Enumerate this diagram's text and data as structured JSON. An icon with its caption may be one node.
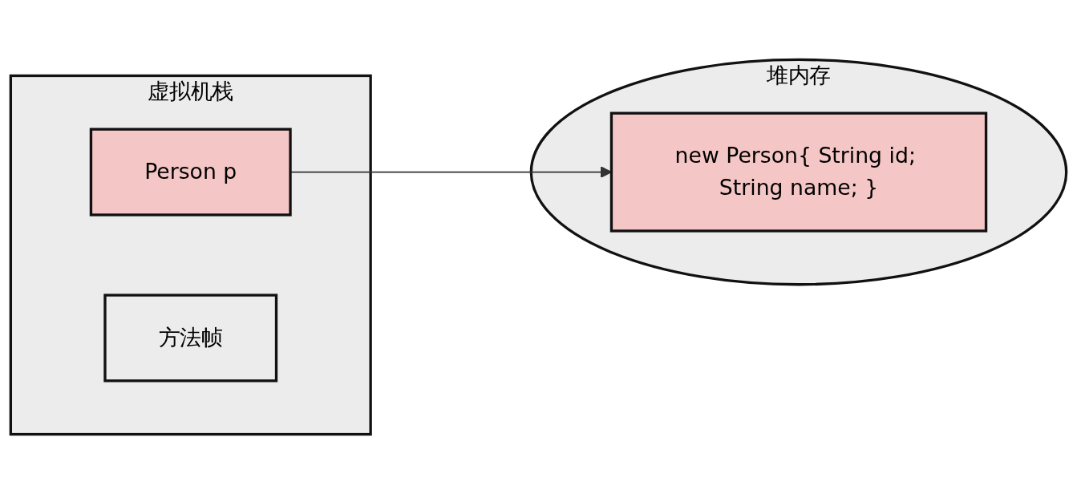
{
  "diagram": {
    "nodes": [
      {
        "text": [
          "虚拟机栈"
        ]
      },
      {
        "text": [
          "Person p"
        ],
        "in": 0
      },
      {
        "text": [
          "方法帧"
        ],
        "in": 0
      },
      {
        "text": [
          "堆内存"
        ]
      },
      {
        "text": [
          "new Person{ String id; String name; }"
        ],
        "in": 3
      }
    ],
    "edges": [
      {
        "from": 1,
        "to": 4,
        "arrow": "to"
      }
    ]
  }
}
